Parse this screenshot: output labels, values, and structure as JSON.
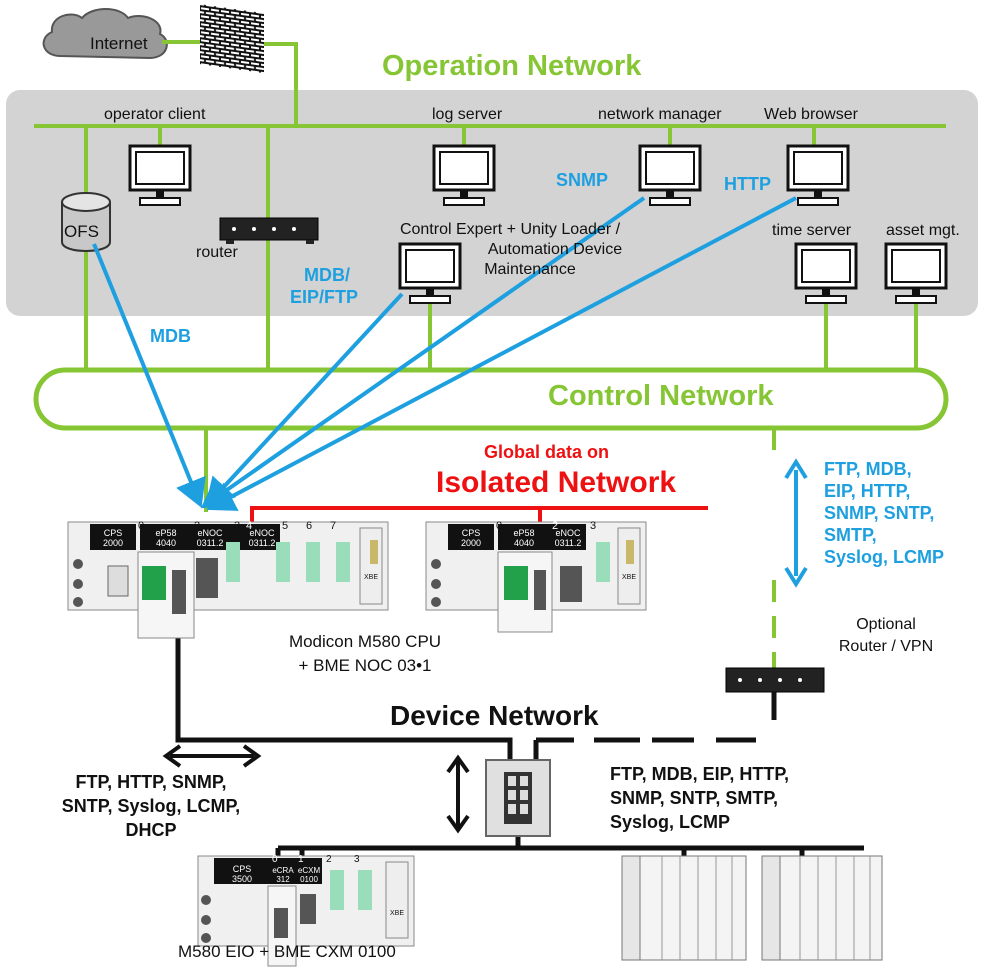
{
  "colors": {
    "green": "#86c634",
    "blue": "#1ea0e0",
    "red": "#ee1111",
    "black": "#111111",
    "panel": "#d3d3d3"
  },
  "internet": {
    "label": "Internet"
  },
  "operation": {
    "title": "Operation Network",
    "operator_client": "operator client",
    "log_server": "log server",
    "network_manager": "network manager",
    "web_browser": "Web browser",
    "ofs": "OFS",
    "router": "router",
    "control_expert_lines": [
      "Control Expert + Unity Loader /",
      "Automation Device",
      "Maintenance"
    ],
    "time_server": "time server",
    "asset_mgt": "asset mgt."
  },
  "protocols": {
    "snmp": "SNMP",
    "http": "HTTP",
    "mdb_eip_ftp_lines": [
      "MDB/",
      "EIP/FTP"
    ],
    "mdb": "MDB",
    "vpn_lines": [
      "FTP, MDB,",
      "EIP, HTTP,",
      "SNMP, SNTP,",
      "SMTP,",
      "Syslog, LCMP"
    ],
    "left_lines": [
      "FTP, HTTP, SNMP,",
      "SNTP, Syslog, LCMP,",
      "DHCP"
    ],
    "right_lines": [
      "FTP, MDB, EIP, HTTP,",
      "SNMP, SNTP, SMTP,",
      "Syslog, LCMP"
    ]
  },
  "control": {
    "title": "Control Network"
  },
  "isolated": {
    "line1": "Global data on",
    "line2": "Isolated Network"
  },
  "device": {
    "title": "Device Network"
  },
  "plc1": {
    "slots": [
      "0",
      "2",
      "3",
      "4",
      "5",
      "6",
      "7"
    ],
    "cps": [
      "CPS",
      "2000"
    ],
    "cpu": [
      "eP58",
      "4040"
    ],
    "noc1": [
      "eNOC",
      "0311.2"
    ],
    "noc2": [
      "eNOC",
      "0311.2"
    ],
    "xbe": "XBE"
  },
  "plc2": {
    "slots": [
      "0",
      "2",
      "3"
    ],
    "cps": [
      "CPS",
      "2000"
    ],
    "cpu": [
      "eP58",
      "4040"
    ],
    "noc1": [
      "eNOC",
      "0311.2"
    ],
    "xbe": "XBE"
  },
  "plc3": {
    "slots": [
      "0",
      "1",
      "2",
      "3"
    ],
    "cps": [
      "CPS",
      "3500"
    ],
    "cra": [
      "eCRA",
      "312"
    ],
    "cxm": [
      "eCXM",
      "0100"
    ],
    "xbe": "XBE"
  },
  "captions": {
    "modicon_lines": [
      "Modicon M580 CPU",
      "+ BME NOC 03•1"
    ],
    "optional_lines": [
      "Optional",
      "Router / VPN"
    ],
    "eio": "M580 EIO + BME CXM 0100"
  }
}
